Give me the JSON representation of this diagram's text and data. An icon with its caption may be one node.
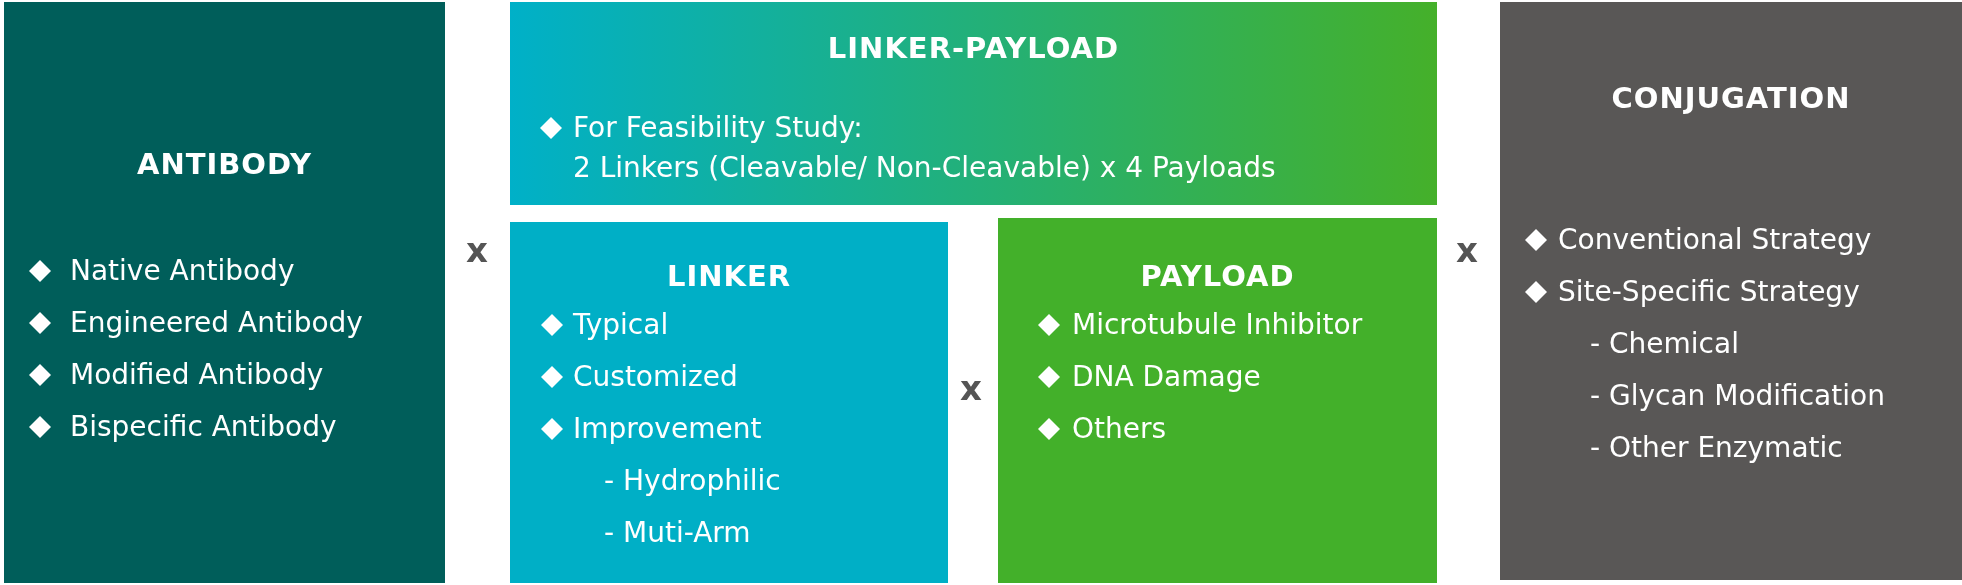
{
  "diagram": {
    "nodes": [
      {
        "text": [
          "ANTIBODY",
          "Native Antibody",
          "Engineered Antibody",
          "Modified Antibody",
          "Bispecific Antibody"
        ]
      },
      {
        "text": [
          "LINKER-PAYLOAD",
          "For Feasibility Study:",
          "2 Linkers (Cleavable/ Non-Cleavable) x 4 Payloads"
        ]
      },
      {
        "text": [
          "LINKER",
          "Typical",
          "Customized",
          "Improvement",
          "- Hydrophilic",
          "- Muti-Arm"
        ]
      },
      {
        "text": [
          "PAYLOAD",
          "Microtubule Inhibitor",
          "DNA Damage",
          "Others"
        ]
      },
      {
        "text": [
          "CONJUGATION",
          "Conventional Strategy",
          "Site-Specific Strategy",
          "- Chemical",
          "- Glycan Modification",
          "- Other Enzymatic"
        ]
      }
    ],
    "labels": [
      "x",
      "x",
      "x"
    ]
  }
}
